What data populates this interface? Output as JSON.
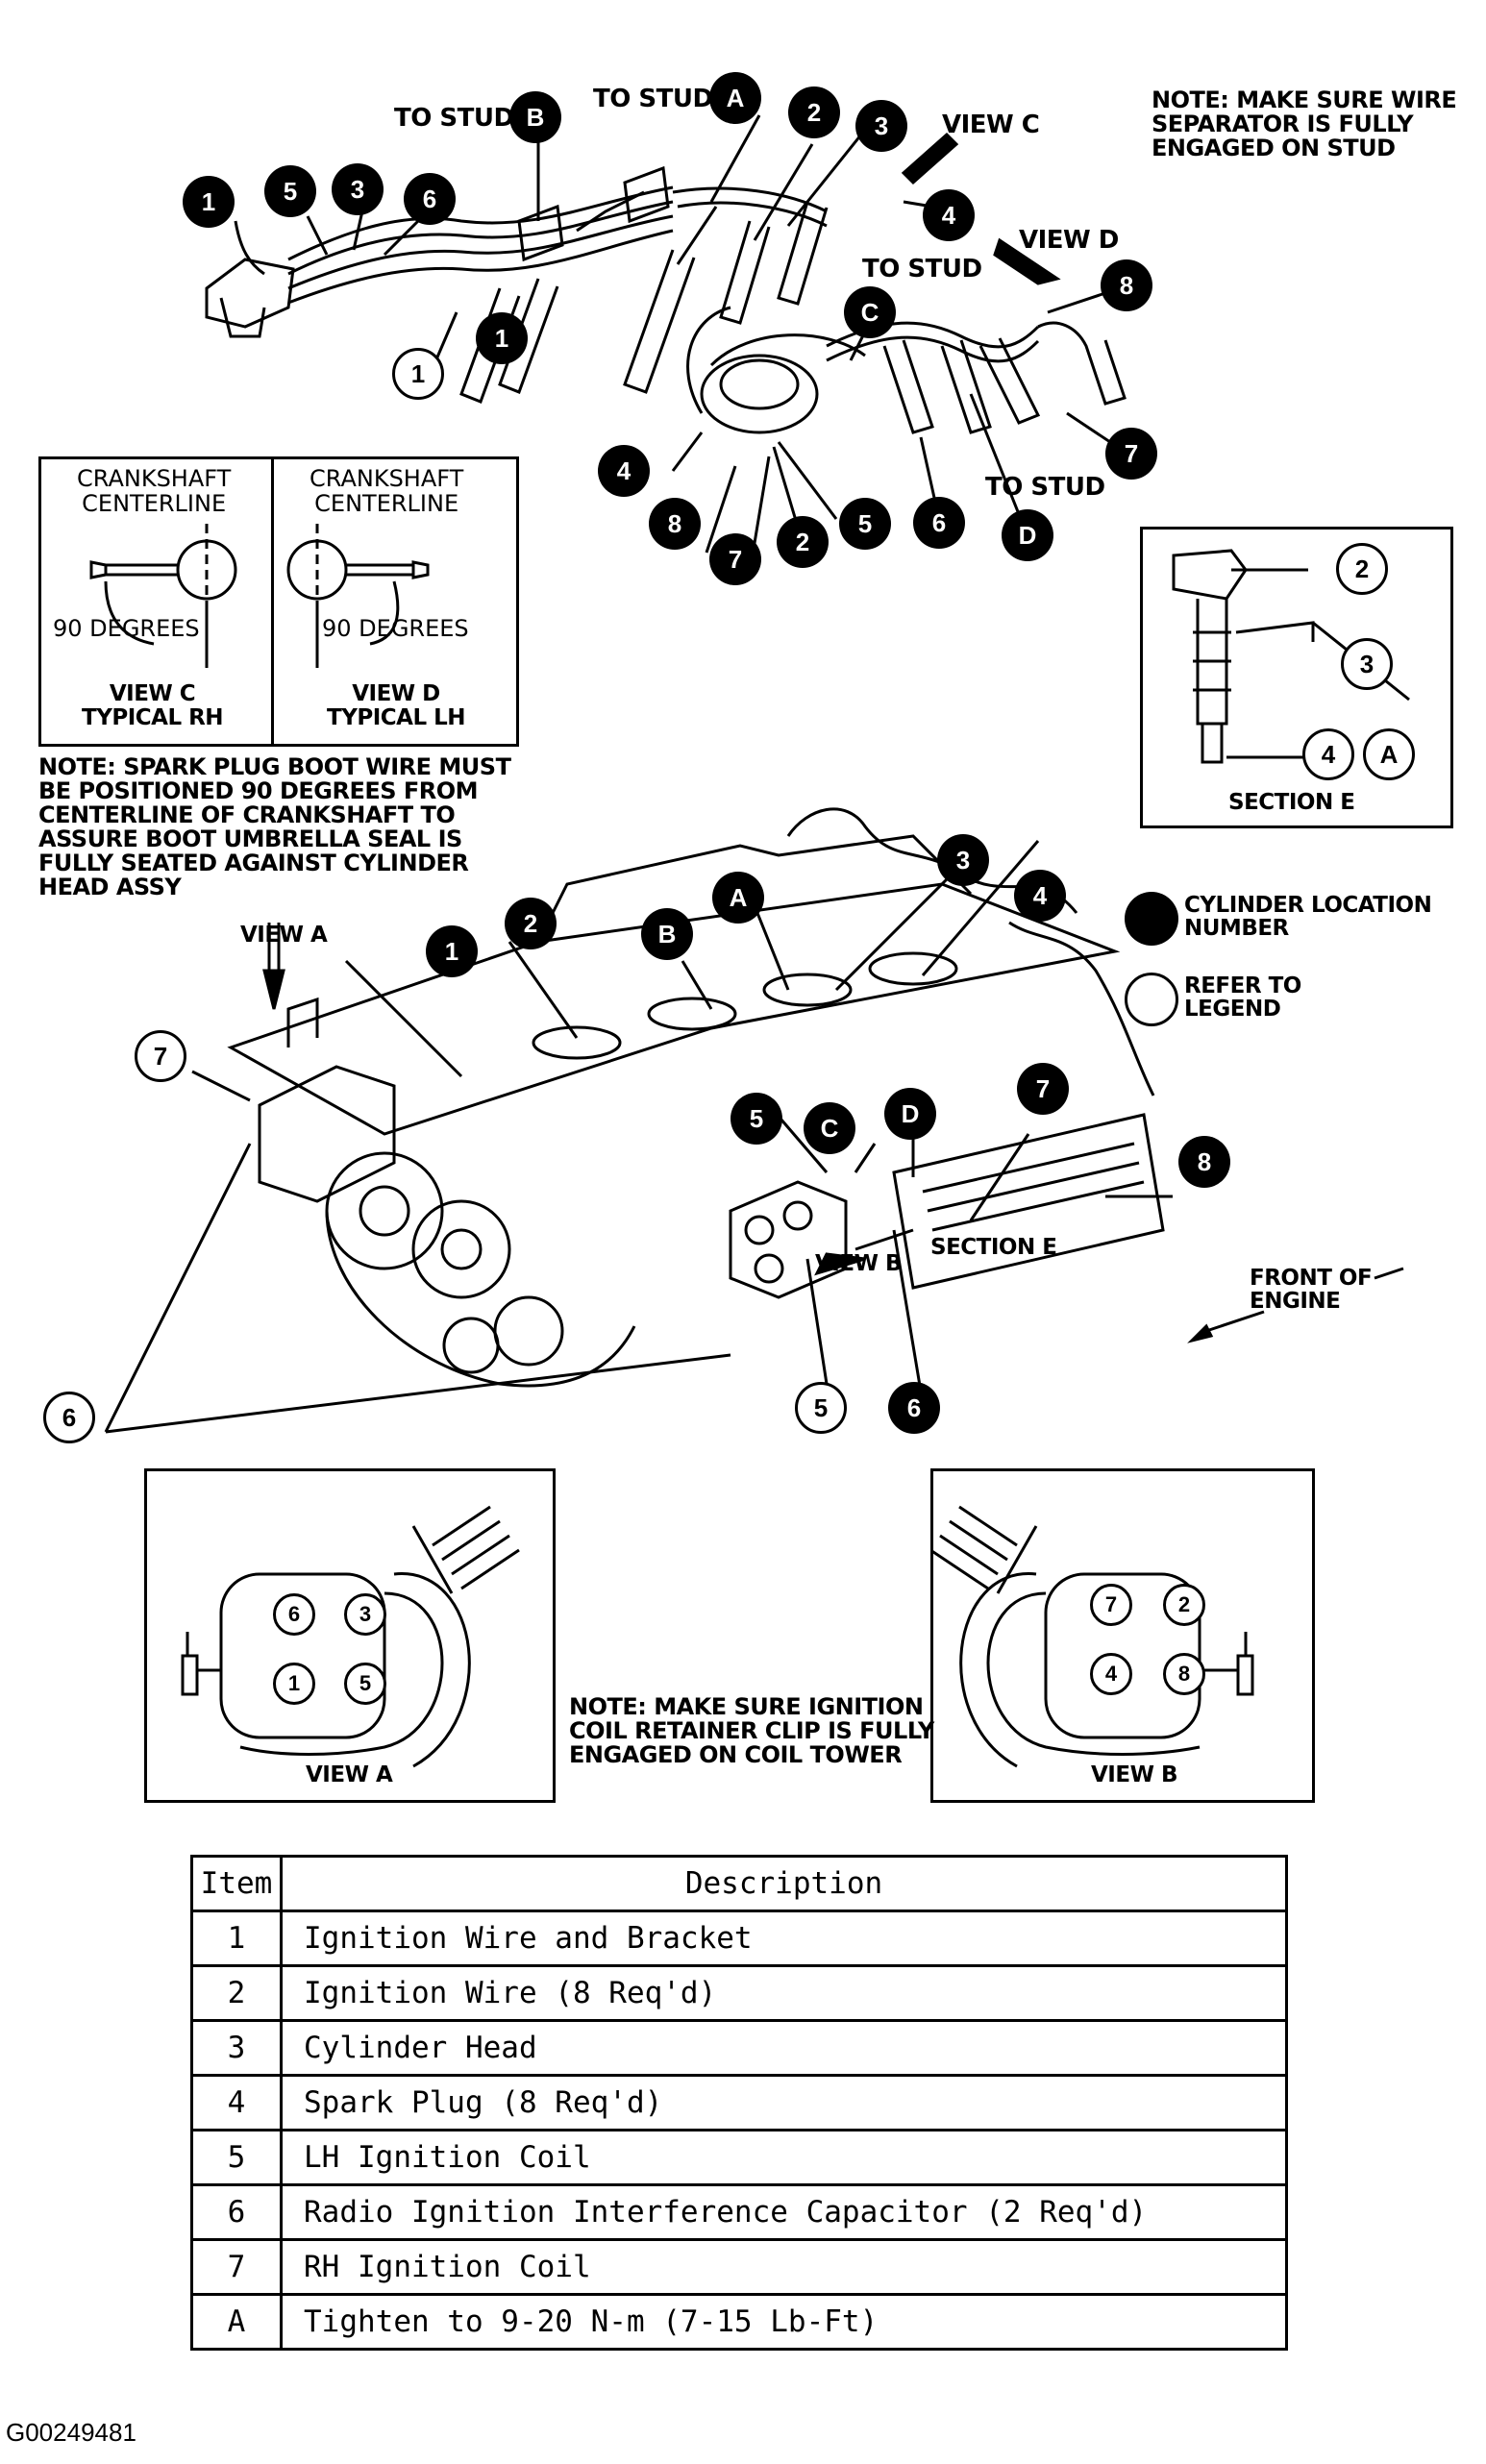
{
  "notes": {
    "stud_note": "NOTE: MAKE SURE WIRE SEPARATOR IS FULLY ENGAGED ON STUD",
    "boot_note": "NOTE: SPARK PLUG BOOT WIRE MUST BE POSITIONED 90 DEGREES FROM CENTERLINE OF CRANKSHAFT TO ASSURE BOOT UMBRELLA SEAL IS FULLY SEATED AGAINST CYLINDER HEAD ASSY",
    "coil_note": "NOTE: MAKE SURE IGNITION COIL RETAINER CLIP IS FULLY ENGAGED ON COIL TOWER"
  },
  "top_labels": {
    "to_stud_b": "TO STUD",
    "to_stud_a": "TO STUD",
    "to_stud_c": "TO STUD",
    "to_stud_d": "TO STUD",
    "view_c": "VIEW C",
    "view_d": "VIEW D"
  },
  "crank_views": {
    "left": {
      "heading": "CRANKSHAFT\nCENTERLINE",
      "angle": "90 DEGREES",
      "caption": "VIEW C\nTYPICAL RH"
    },
    "right": {
      "heading": "CRANKSHAFT\nCENTERLINE",
      "angle": "90 DEGREES",
      "caption": "VIEW D\nTYPICAL LH"
    }
  },
  "section_e": {
    "caption": "SECTION E"
  },
  "key": {
    "solid_label": "CYLINDER LOCATION NUMBER",
    "open_label": "REFER TO LEGEND"
  },
  "engine_labels": {
    "view_a": "VIEW A",
    "view_b": "VIEW B",
    "section_e": "SECTION E",
    "front_of_engine": "FRONT OF ENGINE"
  },
  "coil_views": {
    "view_a": {
      "caption": "VIEW A",
      "cylinders": [
        "6",
        "3",
        "1",
        "5"
      ]
    },
    "view_b": {
      "caption": "VIEW B",
      "cylinders": [
        "7",
        "2",
        "4",
        "8"
      ]
    }
  },
  "legend": {
    "header_item": "Item",
    "header_desc": "Description",
    "rows": [
      {
        "item": "1",
        "desc": "Ignition Wire and Bracket"
      },
      {
        "item": "2",
        "desc": "Ignition Wire (8 Req'd)"
      },
      {
        "item": "3",
        "desc": "Cylinder Head"
      },
      {
        "item": "4",
        "desc": "Spark Plug (8 Req'd)"
      },
      {
        "item": "5",
        "desc": "LH Ignition Coil"
      },
      {
        "item": "6",
        "desc": "Radio Ignition Interference Capacitor (2 Req'd)"
      },
      {
        "item": "7",
        "desc": "RH Ignition Coil"
      },
      {
        "item": "A",
        "desc": "Tighten to 9-20 N-m (7-15 Lb-Ft)"
      }
    ]
  },
  "callouts": {
    "top": [
      {
        "text": "B",
        "style": "solid"
      },
      {
        "text": "A",
        "style": "solid"
      },
      {
        "text": "2",
        "style": "solid"
      },
      {
        "text": "3",
        "style": "solid"
      },
      {
        "text": "1",
        "style": "solid"
      },
      {
        "text": "5",
        "style": "solid"
      },
      {
        "text": "3",
        "style": "solid"
      },
      {
        "text": "6",
        "style": "solid"
      },
      {
        "text": "4",
        "style": "solid"
      },
      {
        "text": "8",
        "style": "solid"
      },
      {
        "text": "C",
        "style": "solid"
      },
      {
        "text": "1",
        "style": "open"
      },
      {
        "text": "1",
        "style": "solid"
      },
      {
        "text": "7",
        "style": "solid"
      },
      {
        "text": "4",
        "style": "solid"
      },
      {
        "text": "8",
        "style": "solid"
      },
      {
        "text": "7",
        "style": "solid"
      },
      {
        "text": "2",
        "style": "solid"
      },
      {
        "text": "5",
        "style": "solid"
      },
      {
        "text": "6",
        "style": "solid"
      },
      {
        "text": "D",
        "style": "solid"
      }
    ],
    "section_e": [
      {
        "text": "2",
        "style": "open"
      },
      {
        "text": "3",
        "style": "open"
      },
      {
        "text": "4",
        "style": "open"
      },
      {
        "text": "A",
        "style": "open"
      }
    ],
    "engine": [
      {
        "text": "A",
        "style": "solid"
      },
      {
        "text": "3",
        "style": "solid"
      },
      {
        "text": "4",
        "style": "solid"
      },
      {
        "text": "2",
        "style": "solid"
      },
      {
        "text": "B",
        "style": "solid"
      },
      {
        "text": "1",
        "style": "solid"
      },
      {
        "text": "7",
        "style": "open"
      },
      {
        "text": "5",
        "style": "solid"
      },
      {
        "text": "C",
        "style": "solid"
      },
      {
        "text": "D",
        "style": "solid"
      },
      {
        "text": "7",
        "style": "solid"
      },
      {
        "text": "8",
        "style": "solid"
      },
      {
        "text": "6",
        "style": "open"
      },
      {
        "text": "5",
        "style": "open"
      },
      {
        "text": "6",
        "style": "solid"
      }
    ]
  },
  "figure_id": "G00249481"
}
